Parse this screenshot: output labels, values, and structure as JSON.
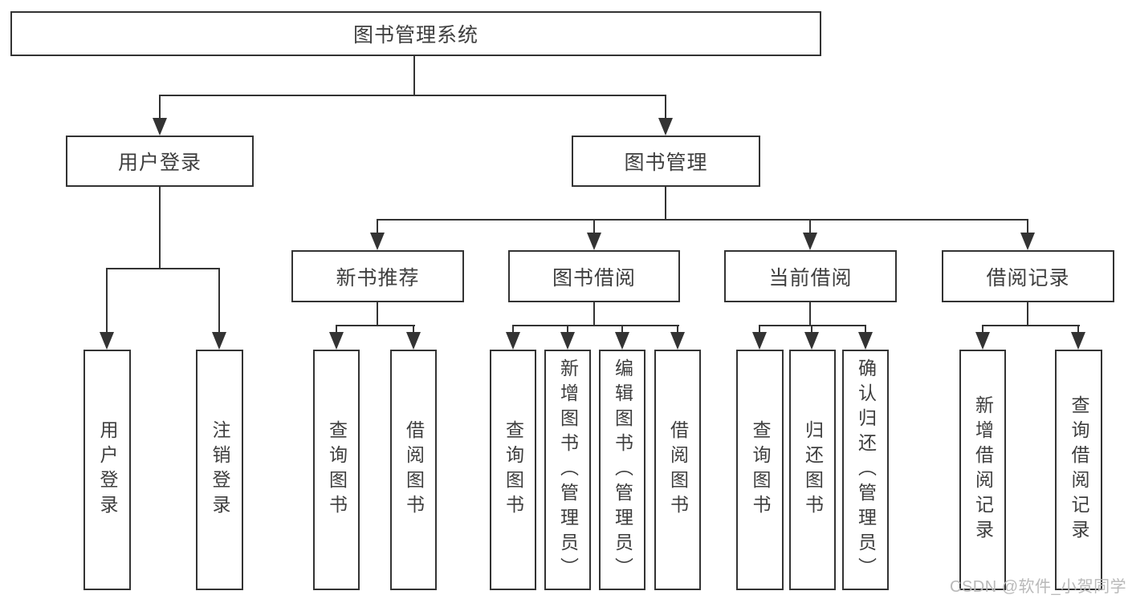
{
  "diagram_title": "图书管理系统",
  "colors": {
    "line": "#333333",
    "text": "#3e3e3e",
    "watermark": "#b9b9b9",
    "background": "#ffffff"
  },
  "tree": {
    "label": "图书管理系统",
    "children": [
      {
        "label": "用户登录",
        "children": [
          {
            "label": "用户登录"
          },
          {
            "label": "注销登录"
          }
        ]
      },
      {
        "label": "图书管理",
        "children": [
          {
            "label": "新书推荐",
            "children": [
              {
                "label": "查询图书"
              },
              {
                "label": "借阅图书"
              }
            ]
          },
          {
            "label": "图书借阅",
            "children": [
              {
                "label": "查询图书"
              },
              {
                "label": "新增图书（管理员）"
              },
              {
                "label": "编辑图书（管理员）"
              },
              {
                "label": "借阅图书"
              }
            ]
          },
          {
            "label": "当前借阅",
            "children": [
              {
                "label": "查询图书"
              },
              {
                "label": "归还图书"
              },
              {
                "label": "确认归还（管理员）"
              }
            ]
          },
          {
            "label": "借阅记录",
            "children": [
              {
                "label": "新增借阅记录"
              },
              {
                "label": "查询借阅记录"
              }
            ]
          }
        ]
      }
    ]
  },
  "watermark": {
    "text": "CSDN @软件_小贺同学"
  }
}
